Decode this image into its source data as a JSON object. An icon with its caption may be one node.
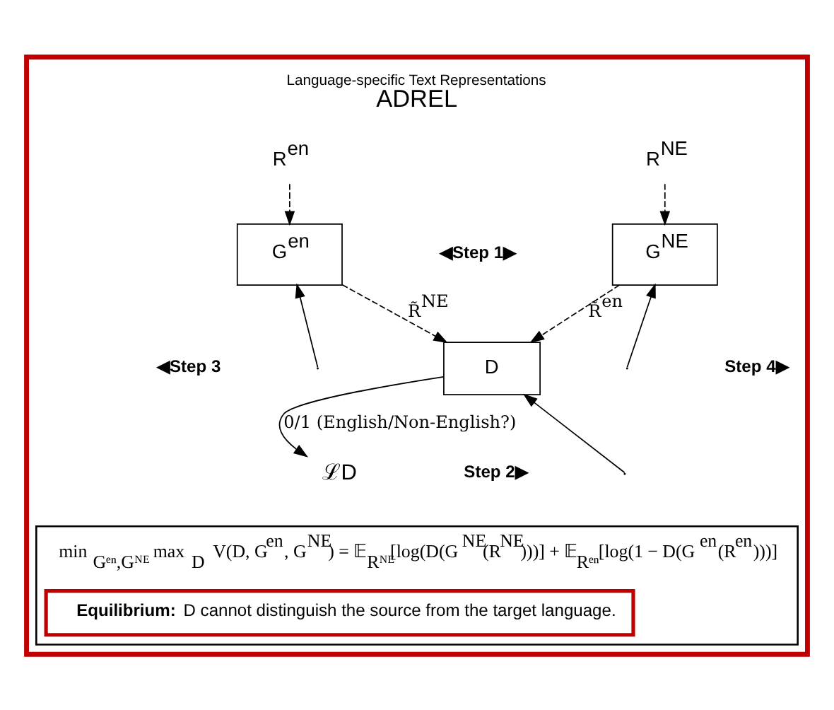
{
  "diagram": {
    "nodes": [
      {
        "text": [
          "Language-specific Text Representations",
          "ADREL"
        ]
      },
      {
        "text": [
          "R$^{en}$"
        ],
        "in": 0
      },
      {
        "text": [
          "R$^{NE}$"
        ],
        "in": 0
      },
      {
        "text": [
          "G$^{en}$"
        ],
        "in": 0
      },
      {
        "text": [
          "G$^{NE}$"
        ],
        "in": 0
      },
      {
        "text": [
          "D"
        ],
        "in": 0
      },
      {
        "text": [
          "ℒD"
        ],
        "in": 0
      },
      {
        "text": [
          "min$_{Gᵉⁿ,Gᴺᴱ}$ max$_{D}$ V(D, G$^{en}$, G$^{NE}$) = 𝔼$_{Rᴺᴱ}$[log(D(G$^{NE}$(R$^{NE}$)))] + 𝔼$_{Rᵉⁿ}$[log(1 − D(G$^{en}$(R$^{en}$)))]"
        ],
        "in": 0
      },
      {
        "text": [
          "**Equilibrium:** D cannot distinguish the source from the target language."
        ],
        "in": 7
      }
    ],
    "edges": [
      {
        "from": 1,
        "to": 3,
        "arrow": "to",
        "style": "dashed"
      },
      {
        "from": 2,
        "to": 4,
        "arrow": "to",
        "style": "dashed"
      },
      {
        "from": 3,
        "to": 5,
        "arrow": "to",
        "style": "dashed",
        "label": "R̃$^{NE}$"
      },
      {
        "from": 4,
        "to": 5,
        "arrow": "to",
        "style": "dashed",
        "label": "R̃$^{en}$"
      },
      {
        "from": 5,
        "to": 6,
        "arrow": "to",
        "label": "0/1 (English/Non-English?)"
      },
      {
        "from": null,
        "to": 3,
        "arrow": "to"
      },
      {
        "from": null,
        "to": 4,
        "arrow": "to"
      },
      {
        "from": null,
        "to": 5,
        "arrow": "to"
      }
    ],
    "labels": [
      "◀Step 1▶",
      "◀Step 3",
      "Step 4▶",
      "Step 2▶"
    ]
  }
}
